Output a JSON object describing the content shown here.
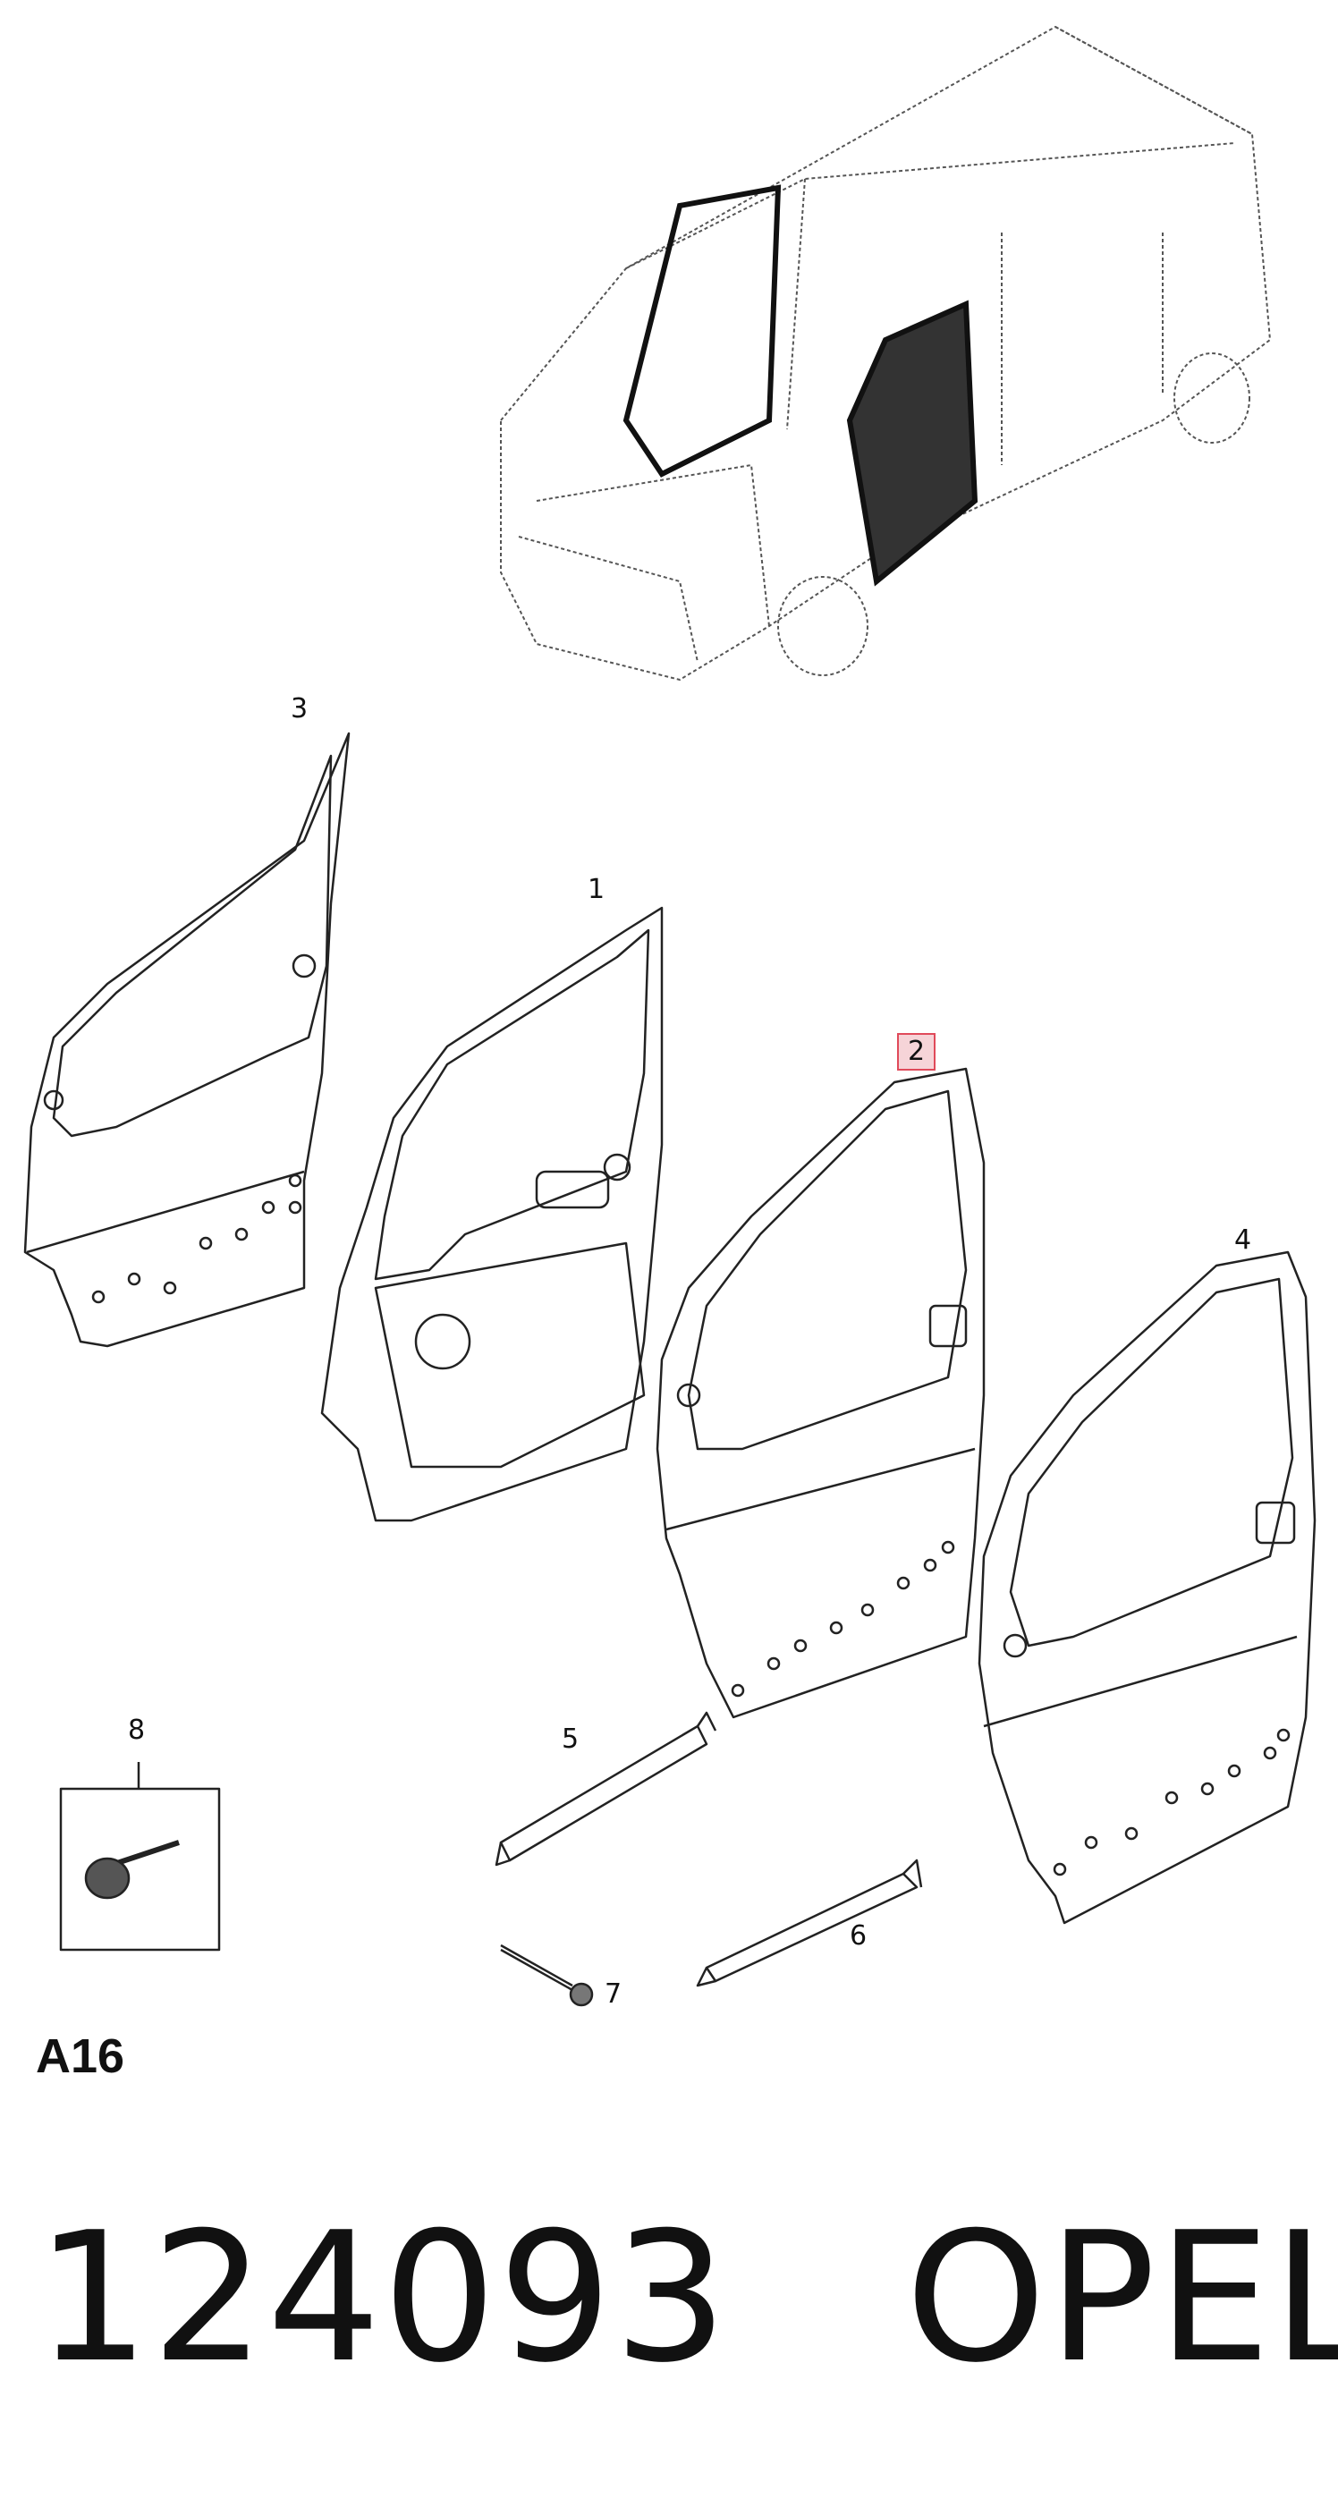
{
  "callouts": {
    "c1": "1",
    "c2": "2",
    "c3": "3",
    "c4": "4",
    "c5": "5",
    "c6": "6",
    "c7": "7",
    "c8": "8"
  },
  "highlighted_callout": "2",
  "section_code": "A16",
  "footer": {
    "part_number": "124093",
    "brand": "OPEL"
  },
  "colors": {
    "line": "#222222",
    "highlight_border": "#e04a5a",
    "highlight_fill": "#f6d4d8"
  }
}
